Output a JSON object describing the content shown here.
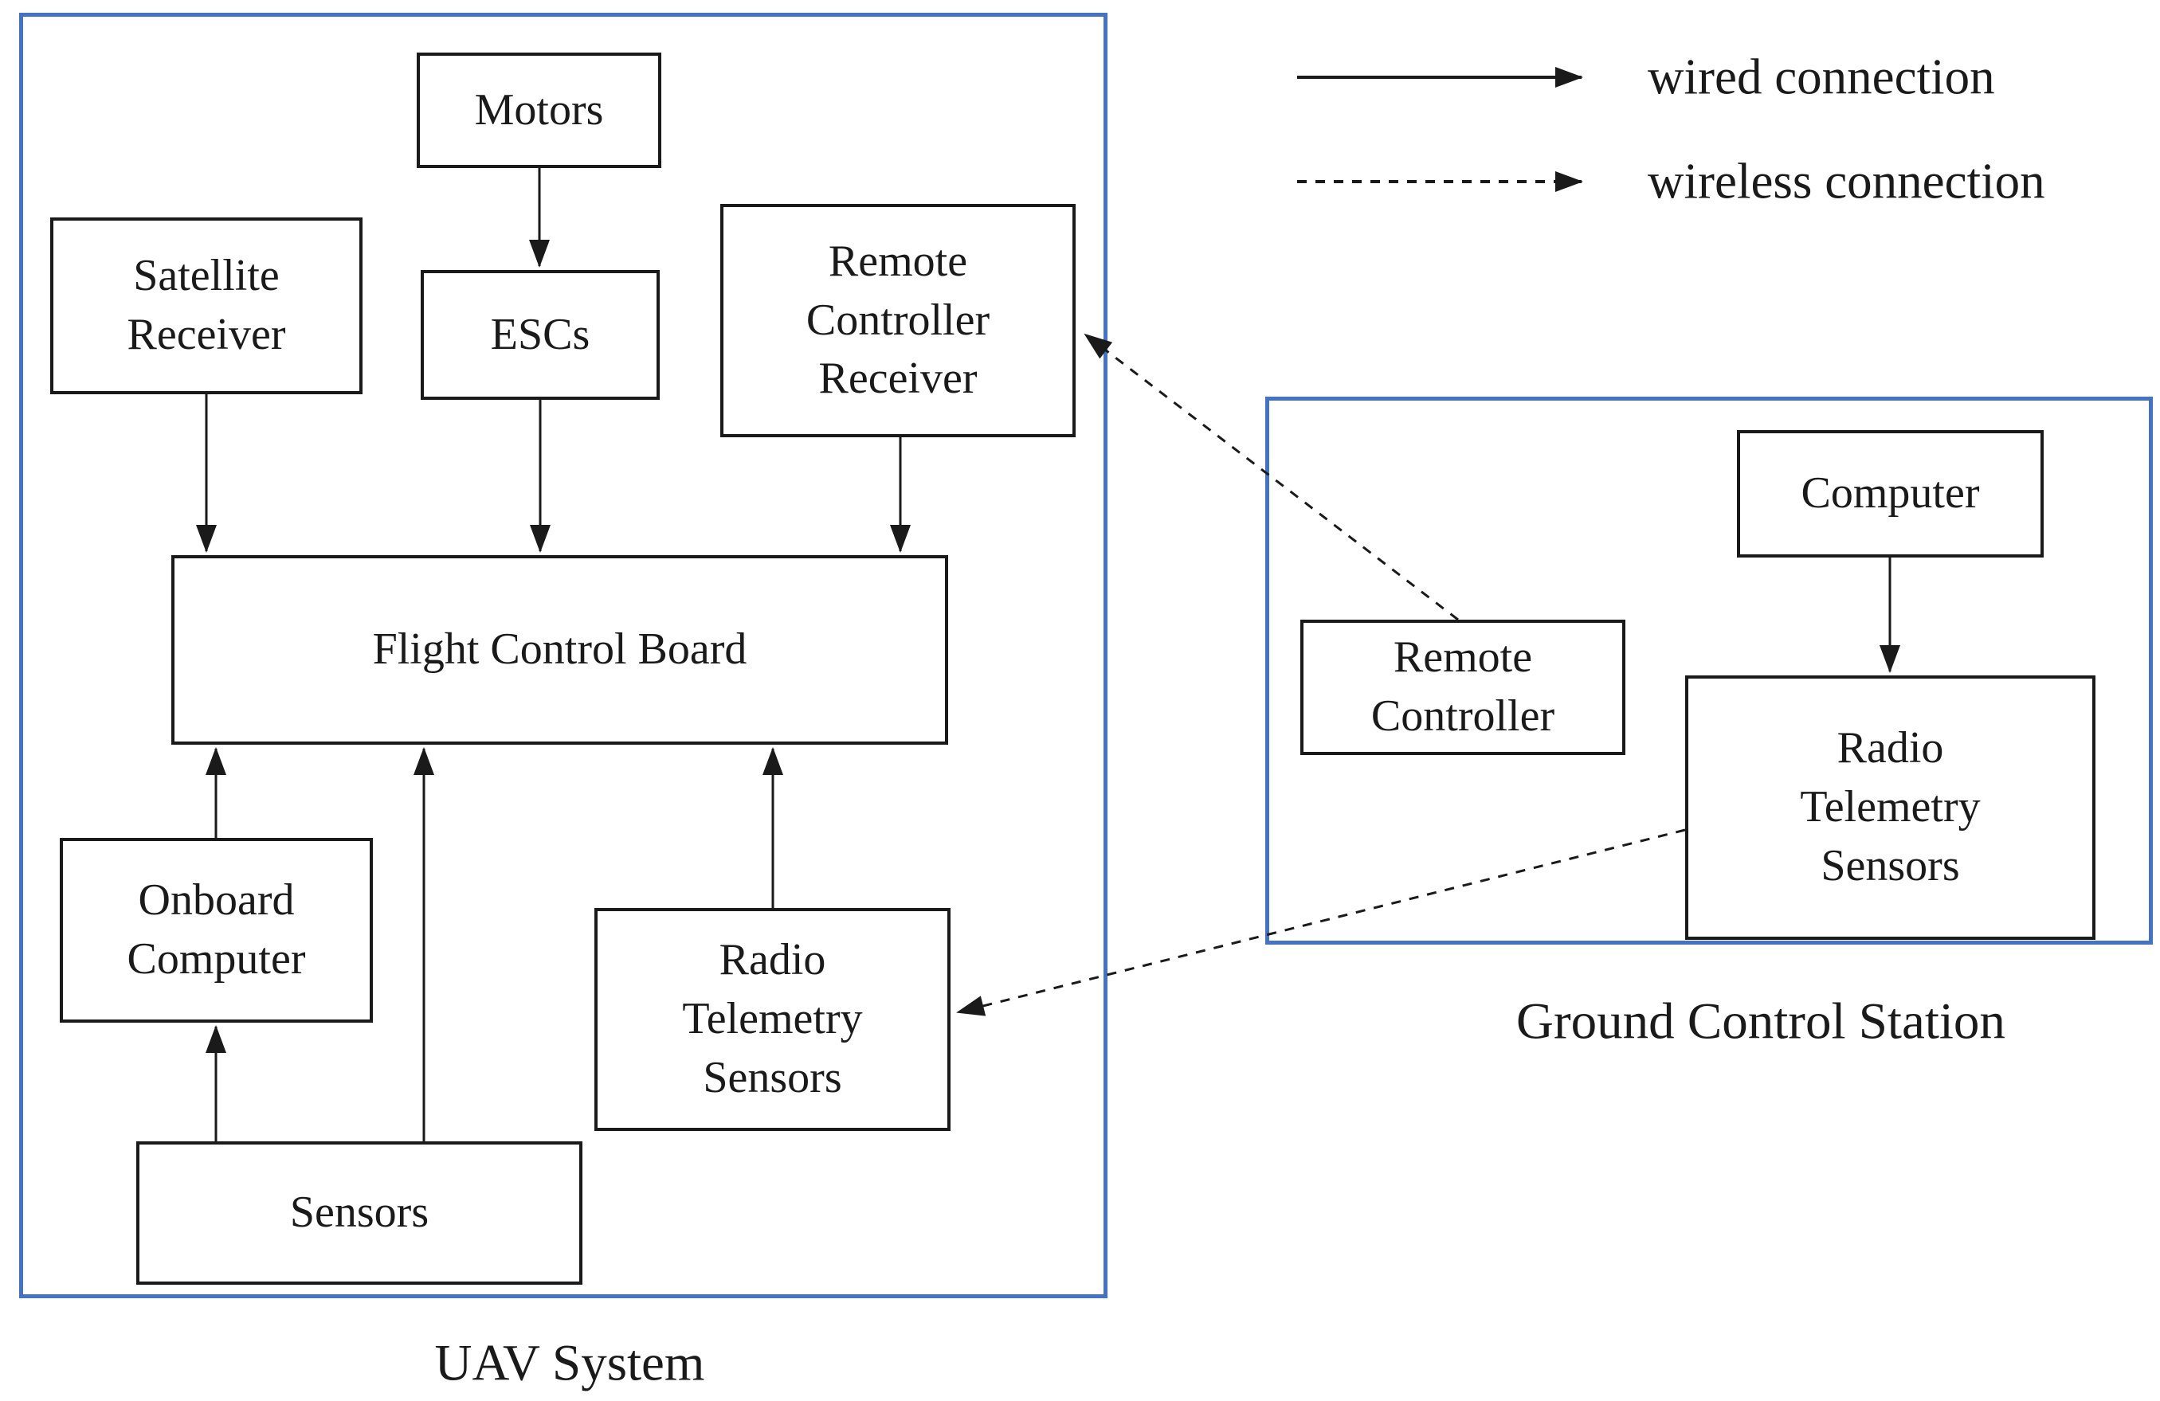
{
  "colors": {
    "frame_blue": "#4472C4",
    "line_ink": "#1a1a1a"
  },
  "legend": {
    "wired_label": "wired connection",
    "wireless_label": "wireless connection"
  },
  "captions": {
    "uav": "UAV System",
    "gcs": "Ground Control Station"
  },
  "nodes": {
    "motors": {
      "label": "Motors"
    },
    "satellite_receiver": {
      "label": "Satellite\nReceiver"
    },
    "escs": {
      "label": "ESCs"
    },
    "remote_controller_receiver": {
      "label": "Remote\nController\nReceiver"
    },
    "flight_control_board": {
      "label": "Flight Control Board"
    },
    "onboard_computer": {
      "label": "Onboard\nComputer"
    },
    "radio_telemetry_sensors_uav": {
      "label": "Radio\nTelemetry\nSensors"
    },
    "sensors": {
      "label": "Sensors"
    },
    "computer": {
      "label": "Computer"
    },
    "remote_controller": {
      "label": "Remote\nController"
    },
    "radio_telemetry_sensors_gcs": {
      "label": "Radio\nTelemetry\nSensors"
    }
  },
  "connections": [
    {
      "from": "Motors",
      "to": "ESCs",
      "type": "wired"
    },
    {
      "from": "Satellite Receiver",
      "to": "Flight Control Board",
      "type": "wired"
    },
    {
      "from": "ESCs",
      "to": "Flight Control Board",
      "type": "wired"
    },
    {
      "from": "Remote Controller Receiver",
      "to": "Flight Control Board",
      "type": "wired"
    },
    {
      "from": "Onboard Computer",
      "to": "Flight Control Board",
      "type": "wired"
    },
    {
      "from": "Sensors",
      "to": "Flight Control Board",
      "type": "wired"
    },
    {
      "from": "Sensors",
      "to": "Onboard Computer",
      "type": "wired"
    },
    {
      "from": "Radio Telemetry Sensors (UAV)",
      "to": "Flight Control Board",
      "type": "wired"
    },
    {
      "from": "Computer",
      "to": "Radio Telemetry Sensors (GCS)",
      "type": "wired"
    },
    {
      "from": "Remote Controller",
      "to": "Remote Controller Receiver",
      "type": "wireless"
    },
    {
      "from": "Radio Telemetry Sensors (GCS)",
      "to": "Radio Telemetry Sensors (UAV)",
      "type": "wireless"
    }
  ]
}
